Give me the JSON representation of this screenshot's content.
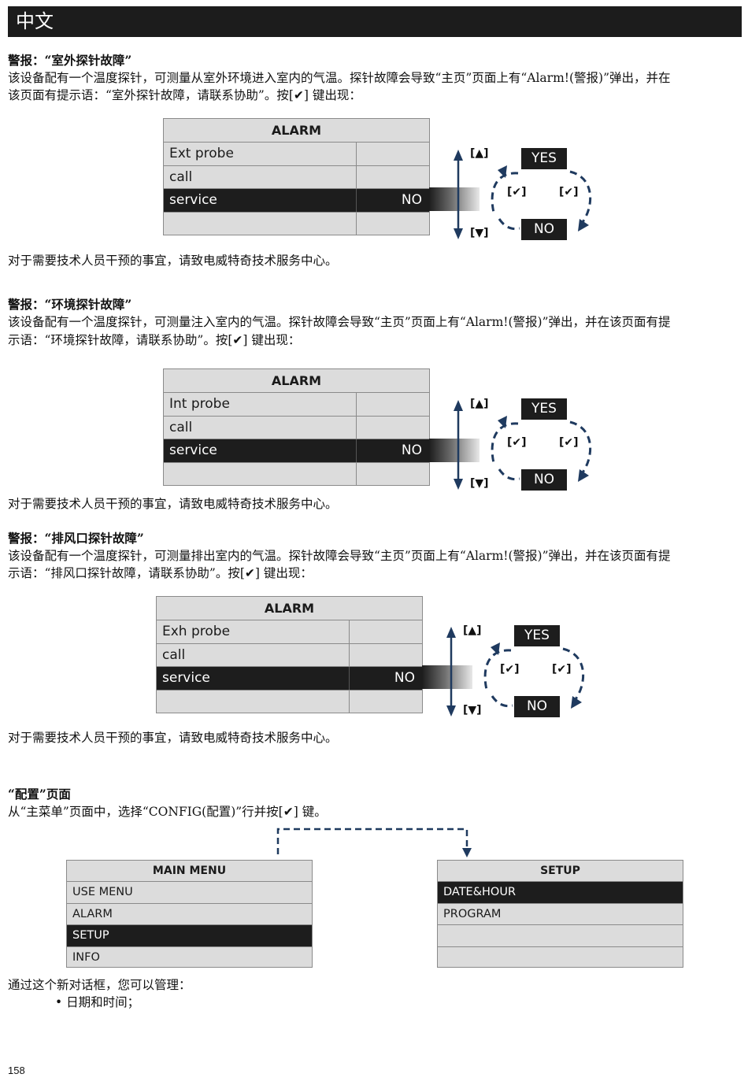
{
  "header": {
    "title": "中文"
  },
  "sections": [
    {
      "heading": "警报：“室外探针故障”",
      "line1": "该设备配有一个温度探针，可测量从室外环境进入室内的气温。探针故障会导致“主页”页面上有“Alarm!(警报)”弹出，并在",
      "line2": "该页面有提示语：“室外探针故障，请联系协助”。按[✔] 键出现：",
      "lcd": {
        "title": "ALARM",
        "rows": [
          "Ext probe",
          "call",
          "service",
          ""
        ],
        "value": "NO"
      },
      "footer": "对于需要技术人员干预的事宜，请致电威特奇技术服务中心。"
    },
    {
      "heading": "警报：“环境探针故障”",
      "line1": "该设备配有一个温度探针，可测量注入室内的气温。探针故障会导致“主页”页面上有“Alarm!(警报)”弹出，并在该页面有提",
      "line2": "示语：“环境探针故障，请联系协助”。按[✔] 键出现：",
      "lcd": {
        "title": "ALARM",
        "rows": [
          "Int probe",
          "call",
          "service",
          ""
        ],
        "value": "NO"
      },
      "footer": "对于需要技术人员干预的事宜，请致电威特奇技术服务中心。"
    },
    {
      "heading": "警报：“排风口探针故障”",
      "line1": "该设备配有一个温度探针，可测量排出室内的气温。探针故障会导致“主页”页面上有“Alarm!(警报)”弹出，并在该页面有提",
      "line2": "示语：“排风口探针故障，请联系协助”。按[✔] 键出现：",
      "lcd": {
        "title": "ALARM",
        "rows": [
          "Exh probe",
          "call",
          "service",
          ""
        ],
        "value": "NO"
      },
      "footer": "对于需要技术人员干预的事宜，请致电威特奇技术服务中心。"
    }
  ],
  "keypad": {
    "up": "[▲]",
    "down": "[▼]",
    "ok_left": "[✔]",
    "ok_right": "[✔]",
    "yes": "YES",
    "no": "NO"
  },
  "config": {
    "heading": "“配置”页面",
    "line": "从“主菜单”页面中，选择“CONFIG(配置)”行并按[✔] 键。",
    "main_menu": {
      "title": "MAIN MENU",
      "rows": [
        "USE MENU",
        "ALARM",
        "SETUP",
        "INFO"
      ]
    },
    "setup_menu": {
      "title": "SETUP",
      "rows": [
        "DATE&HOUR",
        "PROGRAM",
        "",
        ""
      ]
    },
    "manage": "通过这个新对话框，您可以管理：",
    "bullet": "• 日期和时间；"
  },
  "page_number": "158",
  "colors": {
    "lcd_bg": "#dcdcdc",
    "selected": "#1d1d1d",
    "arrow": "#1f3a5f"
  }
}
